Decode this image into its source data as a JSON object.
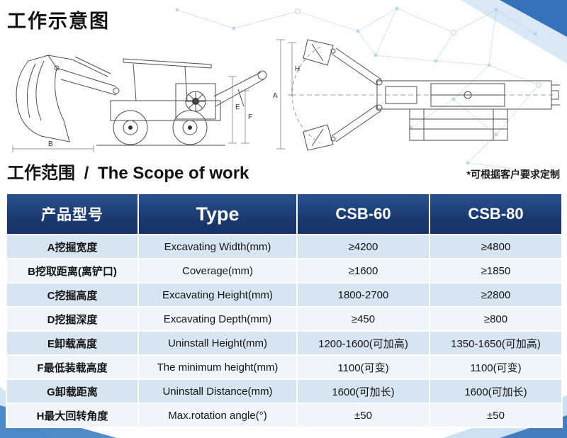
{
  "page": {
    "main_title": "工作示意图",
    "scope_title_zh": "工作范围",
    "scope_title_divider": "/",
    "scope_title_en": "The Scope of work",
    "custom_note": "*可根据客户要求定制"
  },
  "diagram": {
    "side_view": {
      "label_b": "B",
      "label_e": "E",
      "label_f": "F"
    },
    "top_view": {
      "label_h": "H",
      "label_a": "A"
    }
  },
  "table": {
    "headers": [
      "产品型号",
      "Type",
      "CSB-60",
      "CSB-80"
    ],
    "rows": [
      [
        "A挖掘宽度",
        "Excavating Width(mm)",
        "≥4200",
        "≥4800"
      ],
      [
        "B挖取距离(离铲口)",
        "Coverage(mm)",
        "≥1600",
        "≥1850"
      ],
      [
        "C挖掘高度",
        "Excavating Height(mm)",
        "1800-2700",
        "≥2800"
      ],
      [
        "D挖掘深度",
        "Excavating Depth(mm)",
        "≥450",
        "≥800"
      ],
      [
        "E卸载高度",
        "Uninstall Height(mm)",
        "1200-1600(可加高)",
        "1350-1650(可加高)"
      ],
      [
        "F最低装载高度",
        "The minimum height(mm)",
        "1100(可变)",
        "1100(可变)"
      ],
      [
        "G卸载距离",
        "Uninstall Distance(mm)",
        "1600(可加长)",
        "1600(可加长)"
      ],
      [
        "H最大回转角度",
        "Max.rotation angle(°)",
        "±50",
        "±50"
      ]
    ]
  },
  "colors": {
    "header_bg": "#1d3f77",
    "row_alt": "#d7e4f1",
    "row_base": "#eff5fb",
    "accent_blue": "#3672b9",
    "accent_light_blue": "#aecdeb"
  }
}
